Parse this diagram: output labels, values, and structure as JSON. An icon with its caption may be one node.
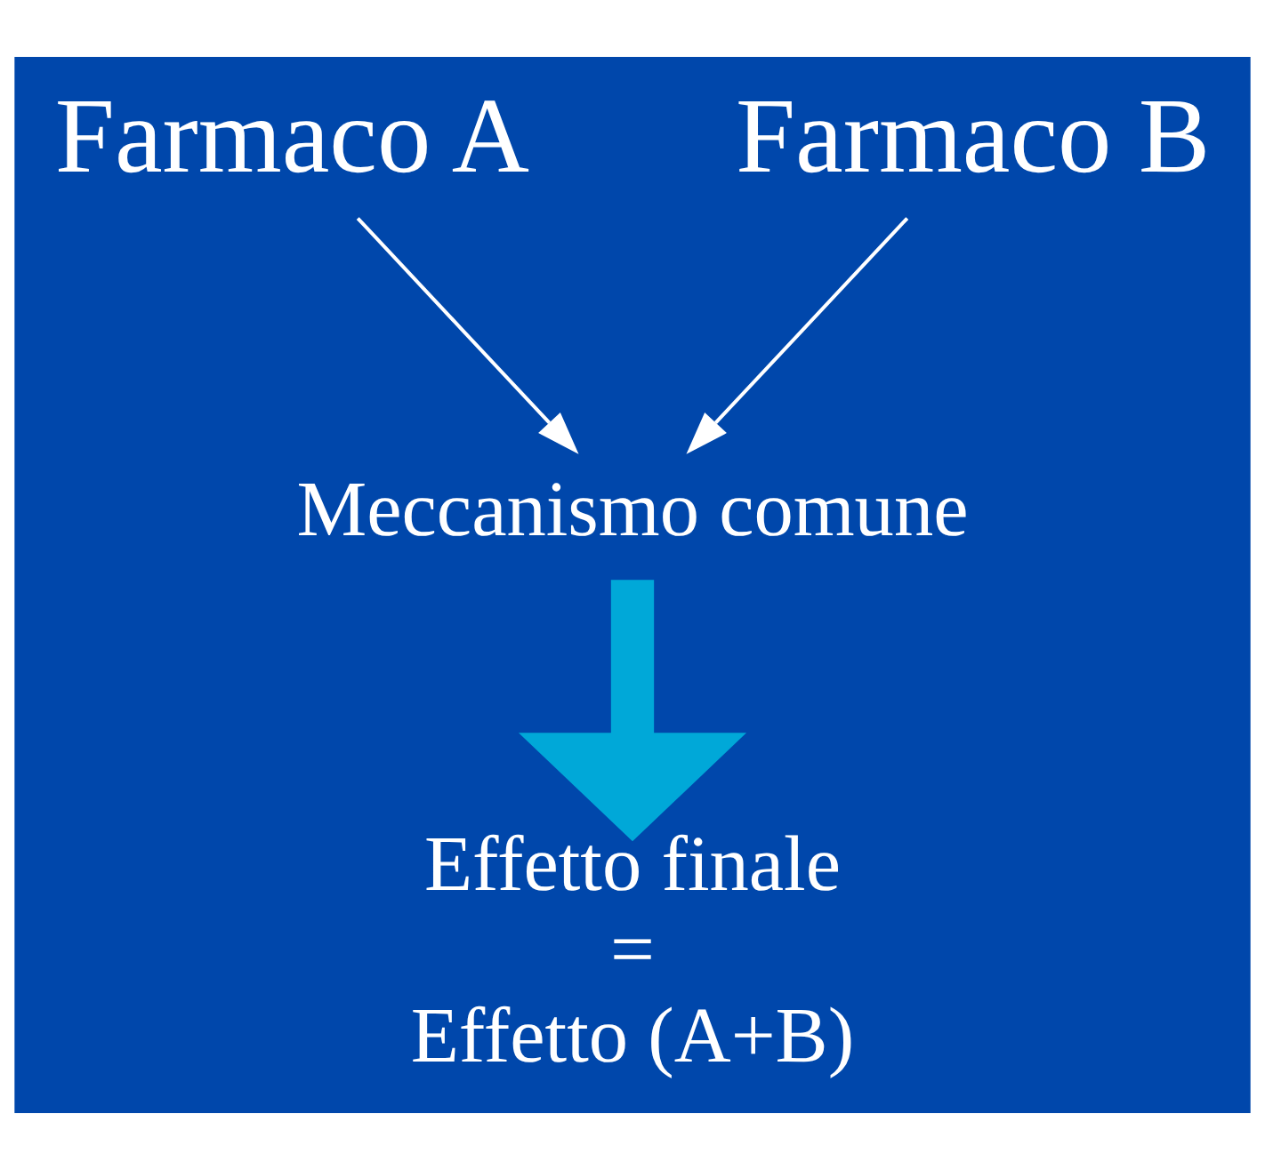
{
  "diagram": {
    "nodes": [
      {
        "text": [
          "Farmaco A"
        ]
      },
      {
        "text": [
          "Farmaco B"
        ]
      },
      {
        "text": [
          "Meccanismo comune"
        ]
      },
      {
        "text": [
          "Effetto finale",
          "=",
          "Effetto (A+B)"
        ]
      }
    ],
    "edges": [
      {
        "from": 0,
        "to": 2,
        "arrow": "to"
      },
      {
        "from": 1,
        "to": 2,
        "arrow": "to"
      },
      {
        "from": 2,
        "to": 3,
        "arrow": "to",
        "style": "thick",
        "color": "#00a8d8"
      }
    ]
  }
}
